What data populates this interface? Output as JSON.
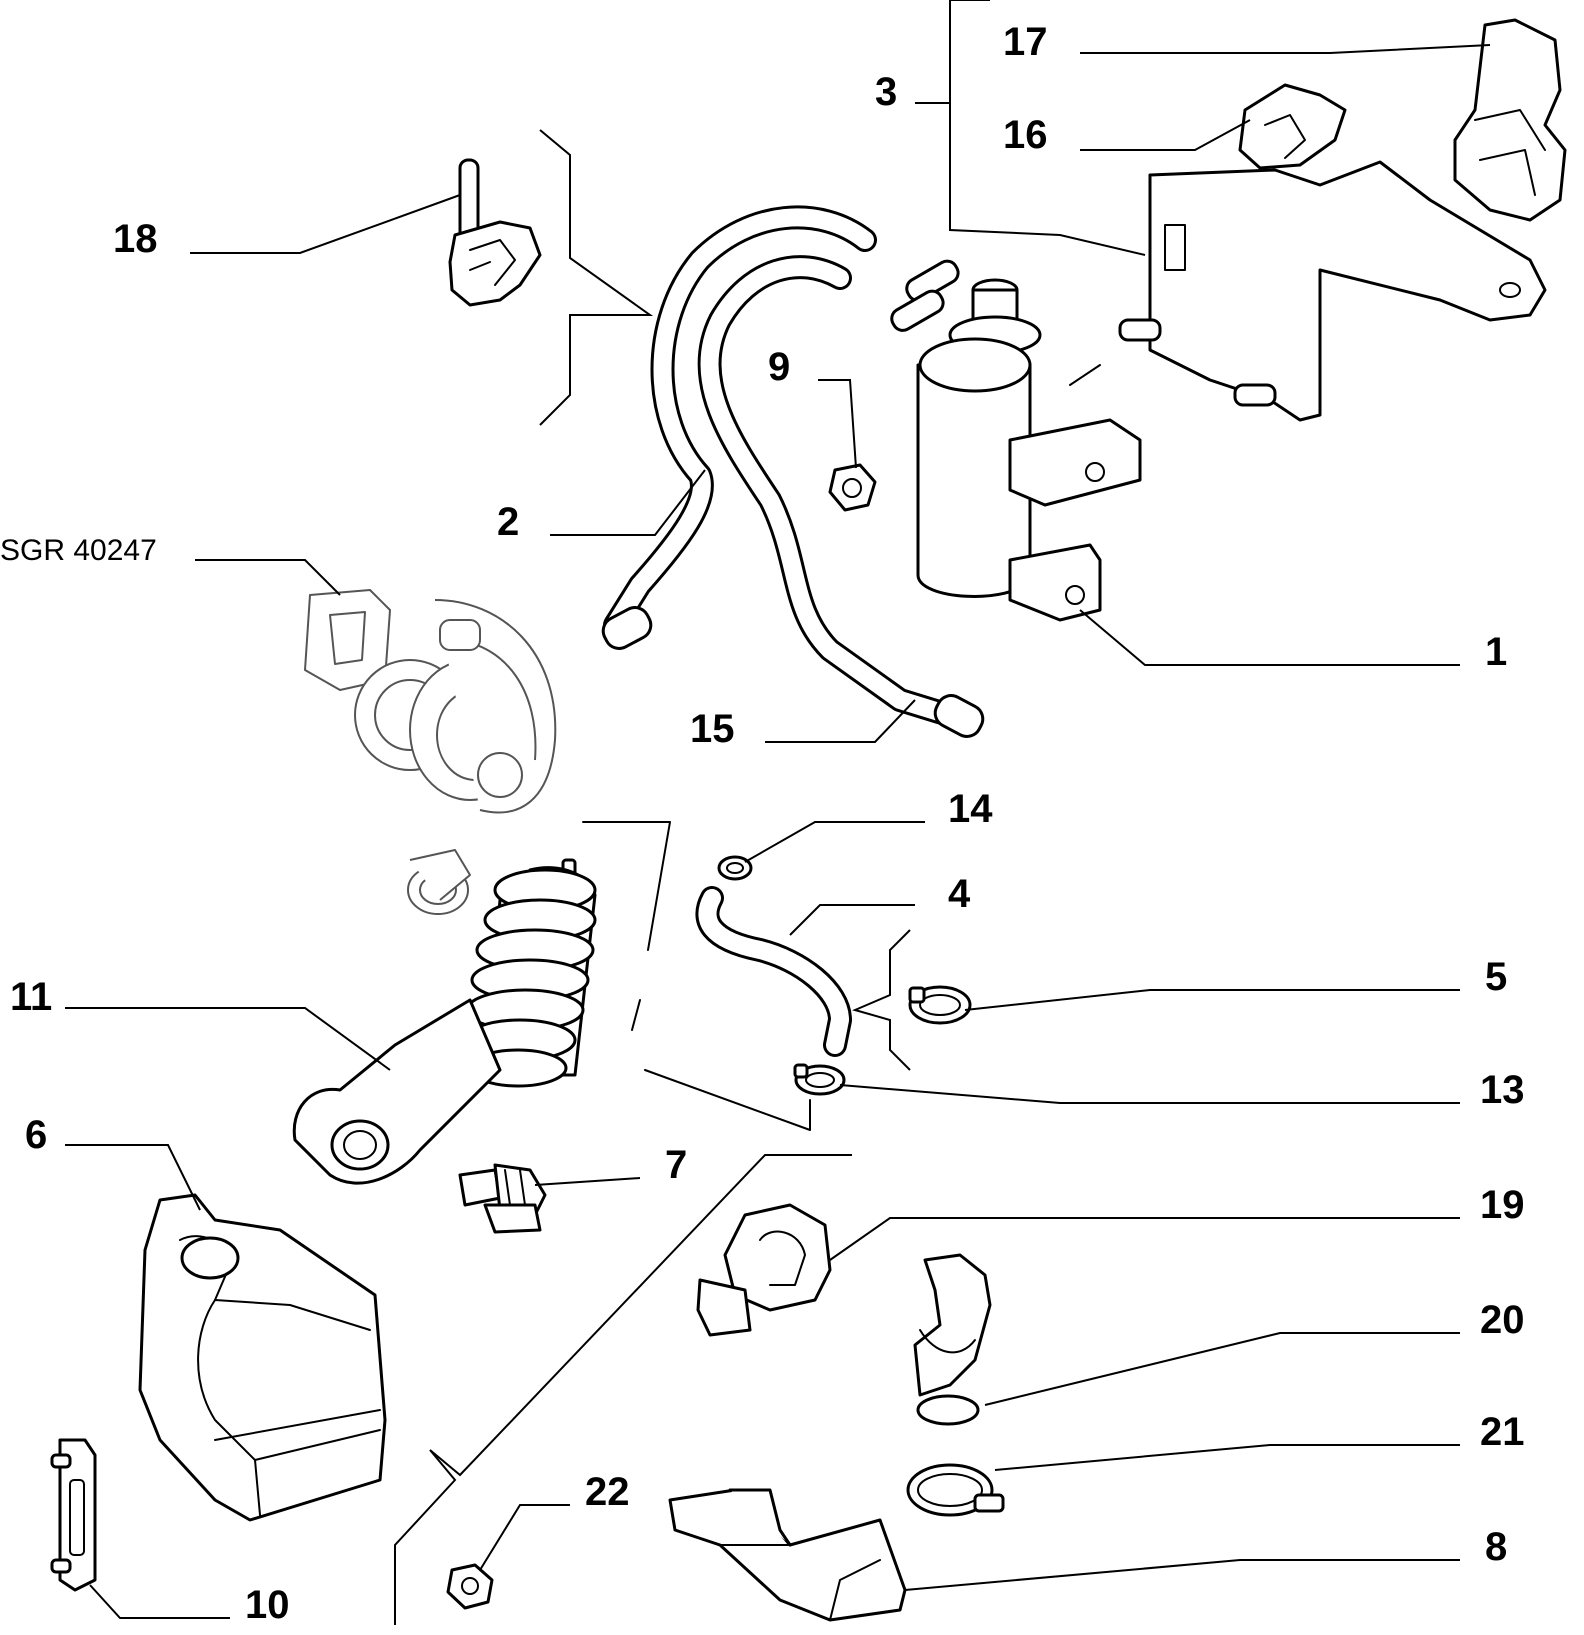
{
  "reference": "SGR 40247",
  "callouts": {
    "c1": "1",
    "c2": "2",
    "c3": "3",
    "c4": "4",
    "c5": "5",
    "c6": "6",
    "c7": "7",
    "c8": "8",
    "c9": "9",
    "c10": "10",
    "c11": "11",
    "c13": "13",
    "c14": "14",
    "c15": "15",
    "c16": "16",
    "c17": "17",
    "c18": "18",
    "c19": "19",
    "c20": "20",
    "c21": "21",
    "c22": "22"
  }
}
